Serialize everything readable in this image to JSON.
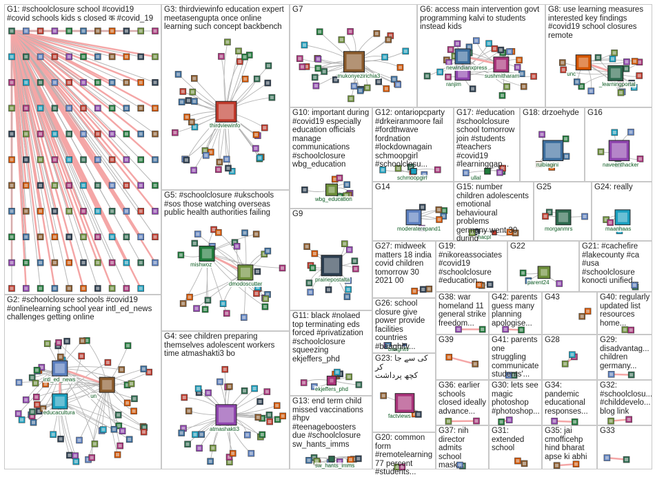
{
  "panels": [
    {
      "id": "G1",
      "title": "G1: #schoolclosure school #covid19\n#covid schools kids s closed क #covid_19",
      "hubs": []
    },
    {
      "id": "G2",
      "title": "G2: #schoolclosure schools #covid19\n#onlinelearning school year intl_ed_news\nchallenges getting online",
      "hubs": [
        "intl_ed_news",
        "un",
        "educacultura"
      ]
    },
    {
      "id": "G3",
      "title": "G3: thirdviewinfo education expert\nmeetasengupta once online\nlearning such concept backbench",
      "hubs": [
        "thirdviewinfo"
      ]
    },
    {
      "id": "G4",
      "title": "G4: see children preparing\nthemselves adolescent workers\ntime atmashakti3 bo",
      "hubs": [
        "atmashakti3"
      ]
    },
    {
      "id": "G5",
      "title": "G5: #schoolclosure #ukschools\n#sos those watching overseas\npublic health authorities failing",
      "hubs": [
        "mishwoz",
        "dmodoscutter"
      ]
    },
    {
      "id": "G6",
      "title": "G6: access main intervention govt\nprogramming kalvi to students\ninstead kids",
      "hubs": [
        "newindianxpress",
        "sushmitharam",
        "ranjim"
      ]
    },
    {
      "id": "G7",
      "title": "G7",
      "hubs": [
        "mukonyezirichia3"
      ]
    },
    {
      "id": "G8",
      "title": "G8: use learning measures\ninterested key findings\n#covid19 school closures\nremote",
      "hubs": [
        "unc",
        "_learningportal"
      ]
    },
    {
      "id": "G9",
      "title": "G9",
      "hubs": [
        "prairiepostalta"
      ]
    },
    {
      "id": "G10",
      "title": "G10: important during\n#covid19 especially\neducation officials\nmanage\ncommunications\n#schoolclosure\nwbg_education",
      "hubs": [
        "wbg_education"
      ]
    },
    {
      "id": "G11",
      "title": "G11: black #nolaed\ntop terminating eds\nforced #privatization\n#schoolclosure\nsqueezing\nekjeffers_phd",
      "hubs": [
        "ekjeffers_phd"
      ]
    },
    {
      "id": "G12",
      "title": "G12: ontariopcparty\n#drkeiranmoore fail\n#fordthwave\nfordnation\n#lockdownagain\nschmoopgirl\n#schoolclosu...",
      "hubs": [
        "schmoopgirl"
      ]
    },
    {
      "id": "G13",
      "title": "G13: end term child\nmissed vaccinations\n#hpv\n#teenageboosters\ndue #schoolclosure\nsw_hants_imms",
      "hubs": [
        "sw_hants_imms"
      ]
    },
    {
      "id": "G14",
      "title": "G14",
      "hubs": [
        "moderaterepand1"
      ]
    },
    {
      "id": "G15",
      "title": "G15: number\nchildren adolescents\nemotional\nbehavioural problems\ngermany went 30\nduring",
      "hubs": [
        "hacpl"
      ]
    },
    {
      "id": "G16",
      "title": "G16",
      "hubs": [
        "naveenthacker"
      ]
    },
    {
      "id": "G17",
      "title": "G17: #education\n#schoolclosure\nschool tomorrow\njoin #students\n#teachers\n#covid19\n#learninggap...",
      "hubs": [
        "ullal"
      ]
    },
    {
      "id": "G18",
      "title": "G18: drzoehyde",
      "hubs": [
        "ruibiagini"
      ]
    },
    {
      "id": "G19",
      "title": "G19:\n#nikoreassociates\n#covid19\n#schoolclosure\n#education...",
      "hubs": []
    },
    {
      "id": "G20",
      "title": "G20: common\nform\n#remotelearning\n77 percent\n#students...",
      "hubs": []
    },
    {
      "id": "G21",
      "title": "G21: #cachefire\n#lakecounty #ca\n#usa\n#schoolclosure\nkonocti unified...",
      "hubs": []
    },
    {
      "id": "G22",
      "title": "G22",
      "hubs": [
        "parent24"
      ]
    },
    {
      "id": "G23",
      "title": "G23: کی سے جا کر\nکچھ پرداشت",
      "hubs": [
        "factviews"
      ]
    },
    {
      "id": "G24",
      "title": "G24: really",
      "hubs": [
        "maanhaas"
      ]
    },
    {
      "id": "G25",
      "title": "G25",
      "hubs": [
        "morganmrs"
      ]
    },
    {
      "id": "G26",
      "title": "G26: school\nclosure give\npower provide\nfacilities\ncountries\n#baaghitv...",
      "hubs": [
        "baaghitv"
      ]
    },
    {
      "id": "G27",
      "title": "G27: midweek\nmatters 18 india\ncovid children\ntomorrow 30\n2021 00",
      "hubs": []
    },
    {
      "id": "G28",
      "title": "G28",
      "hubs": []
    },
    {
      "id": "G29",
      "title": "G29:\ndisadvantag...\nchildren\ngermany...",
      "hubs": []
    },
    {
      "id": "G30",
      "title": "G30: lets see\nmagic\nphotoshop\n#photoshop...",
      "hubs": []
    },
    {
      "id": "G31",
      "title": "G31:\nextended\nschool",
      "hubs": []
    },
    {
      "id": "G32",
      "title": "G32:\n#schoolclosu...\n#childdevelo...\nblog link",
      "hubs": []
    },
    {
      "id": "G33",
      "title": "G33",
      "hubs": []
    },
    {
      "id": "G34",
      "title": "G34:\npandemic\neducational\nresponses...",
      "hubs": []
    },
    {
      "id": "G35",
      "title": "G35: jai\ncmofficehp\nhind bharat\napse ki abhi",
      "hubs": []
    },
    {
      "id": "G36",
      "title": "G36: earlier\nschools\nclosed ideally\nadvance...",
      "hubs": []
    },
    {
      "id": "G37",
      "title": "G37: nih\ndirector\nadmits school\nmask...",
      "hubs": []
    },
    {
      "id": "G38",
      "title": "G38: war\nhomeland 11\ngeneral strike\nfreedom...",
      "hubs": []
    },
    {
      "id": "G39",
      "title": "G39",
      "hubs": []
    },
    {
      "id": "G40",
      "title": "G40: regularly\nupdated list\nresources\nhome...",
      "hubs": []
    },
    {
      "id": "G41",
      "title": "G41: parents\none struggling\ncommunicate\nstudents'...",
      "hubs": []
    },
    {
      "id": "G42",
      "title": "G42: parents\nguess many\nplanning\napologise...",
      "hubs": []
    },
    {
      "id": "G43",
      "title": "G43",
      "hubs": []
    }
  ],
  "colors": {
    "edge": "#b4b4b4",
    "edge_strong": "#f4a6a6",
    "node_palette": [
      "#2d6a4f",
      "#5b7fbf",
      "#c0392b",
      "#8e44ad",
      "#1f7a3a",
      "#3c6e9e",
      "#8a5a2b",
      "#d35400",
      "#2c3e50",
      "#6d8f3a",
      "#a83279",
      "#1a9fbf"
    ]
  }
}
